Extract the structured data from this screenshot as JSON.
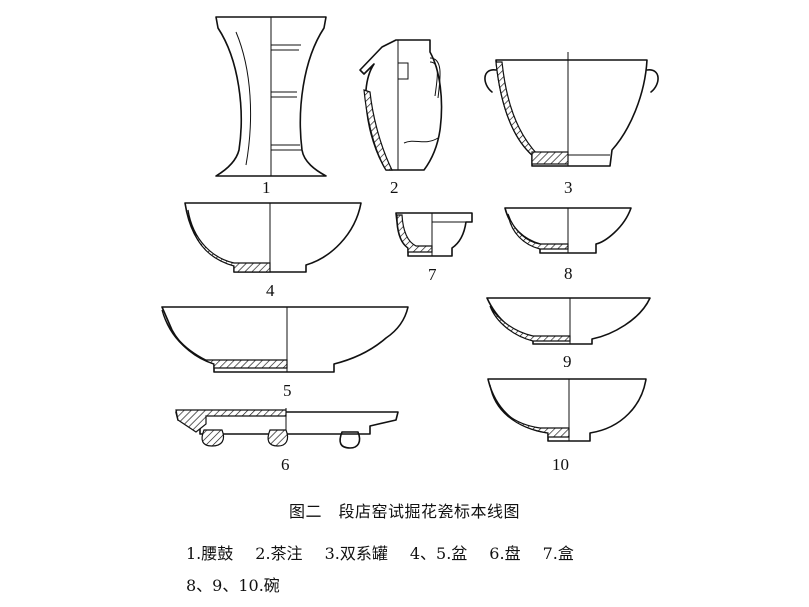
{
  "figure": {
    "labels": [
      "1",
      "2",
      "3",
      "4",
      "5",
      "6",
      "7",
      "8",
      "9",
      "10"
    ],
    "caption_prefix": "图二",
    "caption_title": "段店窑试掘花瓷标本线图",
    "legend_line1": [
      "1.腰鼓",
      "2.茶注",
      "3.双系罐",
      "4、5.盆",
      "6.盘",
      "7.盒"
    ],
    "legend_line2": [
      "8、9、10.碗"
    ]
  }
}
